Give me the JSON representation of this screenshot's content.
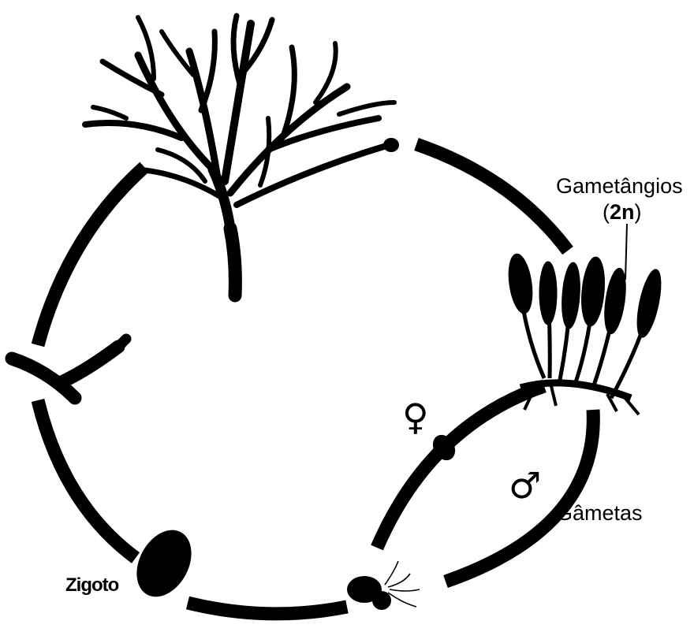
{
  "labels": {
    "gametangios": "Gametângios",
    "ploidy_open": "(",
    "ploidy_value": "2n",
    "ploidy_close": ")",
    "gametas": "Gâmetas",
    "zigoto": "Zigoto"
  },
  "symbols": {
    "female": "♀",
    "male": "♂"
  },
  "colors": {
    "ink": "#000000",
    "background": "#ffffff"
  }
}
